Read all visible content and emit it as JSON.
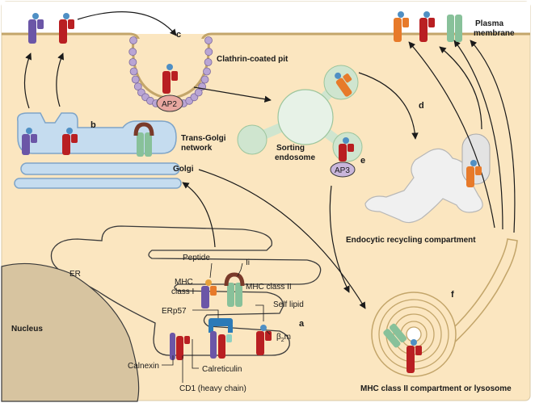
{
  "labels": {
    "plasma_membrane_1": "Plasma",
    "plasma_membrane_2": "membrane",
    "clathrin_pit": "Clathrin-coated pit",
    "ap2": "AP2",
    "ap3": "AP3",
    "trans_golgi_1": "Trans-Golgi",
    "trans_golgi_2": "network",
    "golgi": "Golgi",
    "sorting_1": "Sorting",
    "sorting_2": "endosome",
    "recycling": "Endocytic recycling compartment",
    "er": "ER",
    "nucleus": "Nucleus",
    "peptide": "Peptide",
    "ii": "Ii",
    "mhc1_1": "MHC",
    "mhc1_2": "class I",
    "mhc2": "MHC class II",
    "erp57": "ERp57",
    "self_lipid": "Self lipid",
    "b2m": "β",
    "b2m_sub": "2",
    "b2m_tail": "m",
    "calnexin": "Calnexin",
    "calreticulin": "Calreticulin",
    "cd1": "CD1 (heavy chain)",
    "mhc2_compartment": "MHC class II compartment or lysosome"
  },
  "step_letters": {
    "a": "a",
    "b": "b",
    "c": "c",
    "d": "d",
    "e": "e",
    "f": "f"
  },
  "colors": {
    "cytoplasm": "#fbe6c0",
    "membrane_fill": "#c5dcef",
    "membrane_edge": "#7ea4c8",
    "endosome": "#e7f2e7",
    "recycling": "#f0f0f0",
    "cd1_red": "#b91f22",
    "mhc1_purple": "#6b56a7",
    "mhc2_green": "#88c19a",
    "orange": "#e77a2a",
    "ap_purple": "#c9b6db",
    "ap2_pink": "#e8a7a0",
    "clathrin": "#b9a5d4",
    "nucleus": "#d7c4a0",
    "lipid": "#4f8fc4",
    "erp57": "#2c7ab7",
    "calreticulin": "#8fd1c1",
    "ii_brown": "#7a3a2a"
  }
}
